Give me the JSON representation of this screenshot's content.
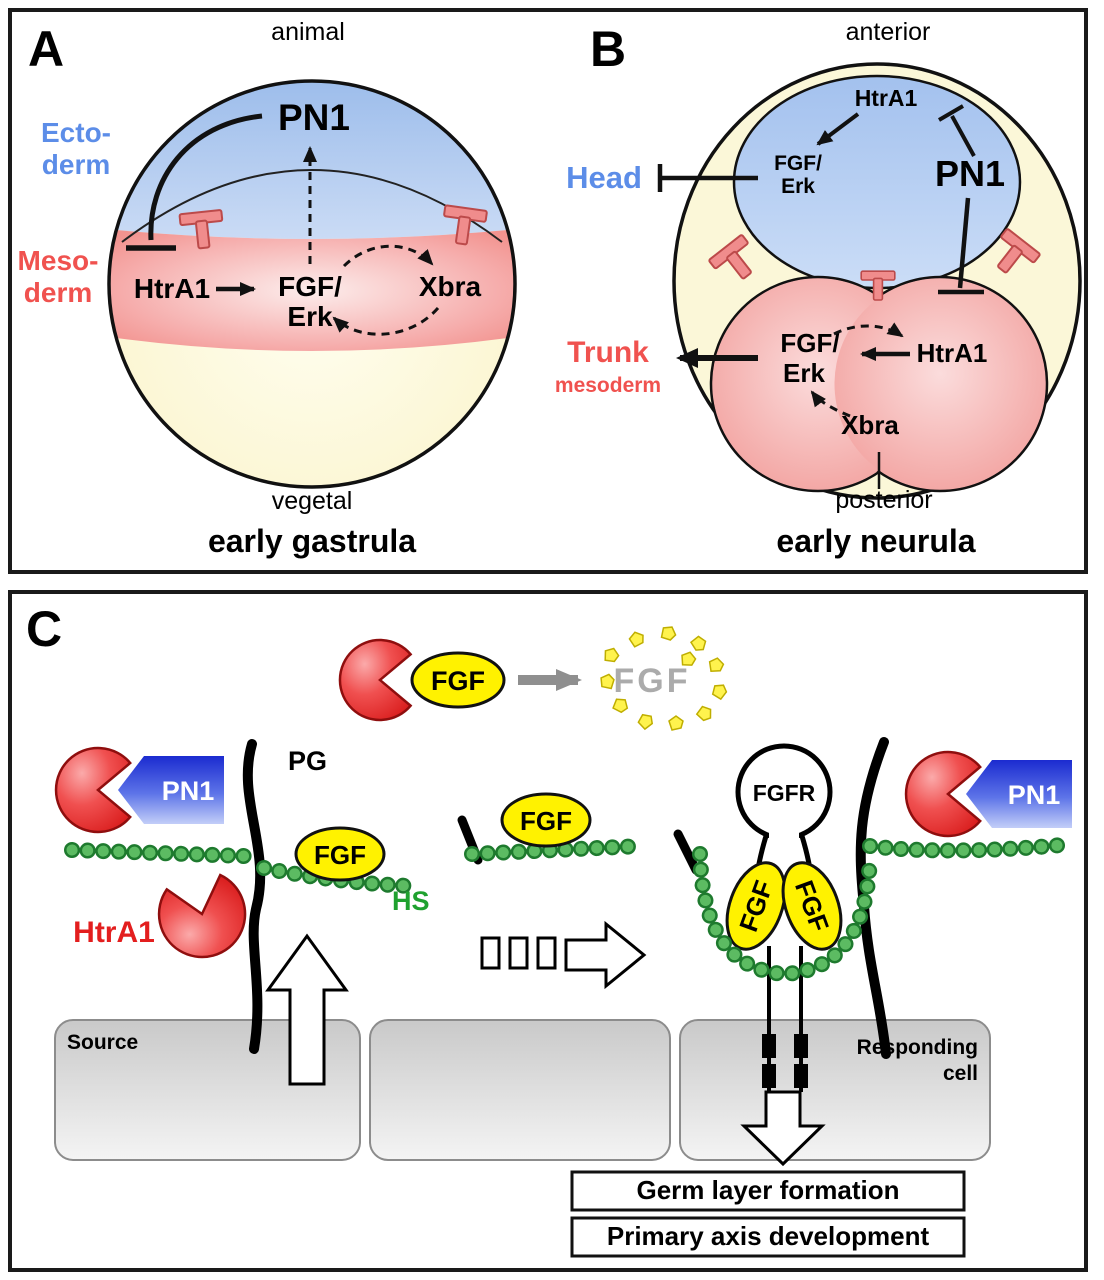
{
  "colors": {
    "ectoderm_blue": "#A8C5EE",
    "mesoderm_pink": "#F49C9C",
    "vegetal_yellow": "#FBF7D8",
    "blue_label": "#5C8DE8",
    "red_label": "#F0524F",
    "htra1_red": "#E31E1E",
    "fgf_yellow": "#FFF200",
    "bead_green": "#5CBB62",
    "bead_green_dark": "#1E7A2E",
    "pacman_red": "#E8302E",
    "pn1_box_blue": "#1B2BD0",
    "hs_green": "#1FA12F",
    "gray_arrow": "#8F8F8F",
    "inhibitor_pink": "#F08C8C"
  },
  "panelA": {
    "label": "A",
    "pole_top": "animal",
    "pole_bottom": "vegetal",
    "caption": "early gastrula",
    "ecto_line1": "Ecto-",
    "ecto_line2": "derm",
    "meso_line1": "Meso-",
    "meso_line2": "derm",
    "pn1": "PN1",
    "htra1": "HtrA1",
    "fgf_line1": "FGF/",
    "fgf_line2": "Erk",
    "xbra": "Xbra"
  },
  "panelB": {
    "label": "B",
    "pole_top": "anterior",
    "pole_bottom": "posterior",
    "caption": "early neurula",
    "head": "Head",
    "trunk_line1": "Trunk",
    "trunk_line2": "mesoderm",
    "htra1_head": "HtrA1",
    "fgf_head_line1": "FGF/",
    "fgf_head_line2": "Erk",
    "pn1": "PN1",
    "fgf_trunk_line1": "FGF/",
    "fgf_trunk_line2": "Erk",
    "htra1_trunk": "HtrA1",
    "xbra": "Xbra"
  },
  "panelC": {
    "label": "C",
    "fgf_intact": "FGF",
    "fgf_degraded": "FGF",
    "pn1_left": "PN1",
    "pn1_right": "PN1",
    "pg": "PG",
    "fgf_bound": "FGF",
    "hs": "HS",
    "htra1": "HtrA1",
    "source_cell": "Source",
    "fgf_released": "FGF",
    "fgfr": "FGFR",
    "fgf_dimer_left": "FGF",
    "fgf_dimer_right": "FGF",
    "responding_line1": "Responding",
    "responding_line2": "cell",
    "outcome_1": "Germ layer formation",
    "outcome_2": "Primary axis development"
  }
}
